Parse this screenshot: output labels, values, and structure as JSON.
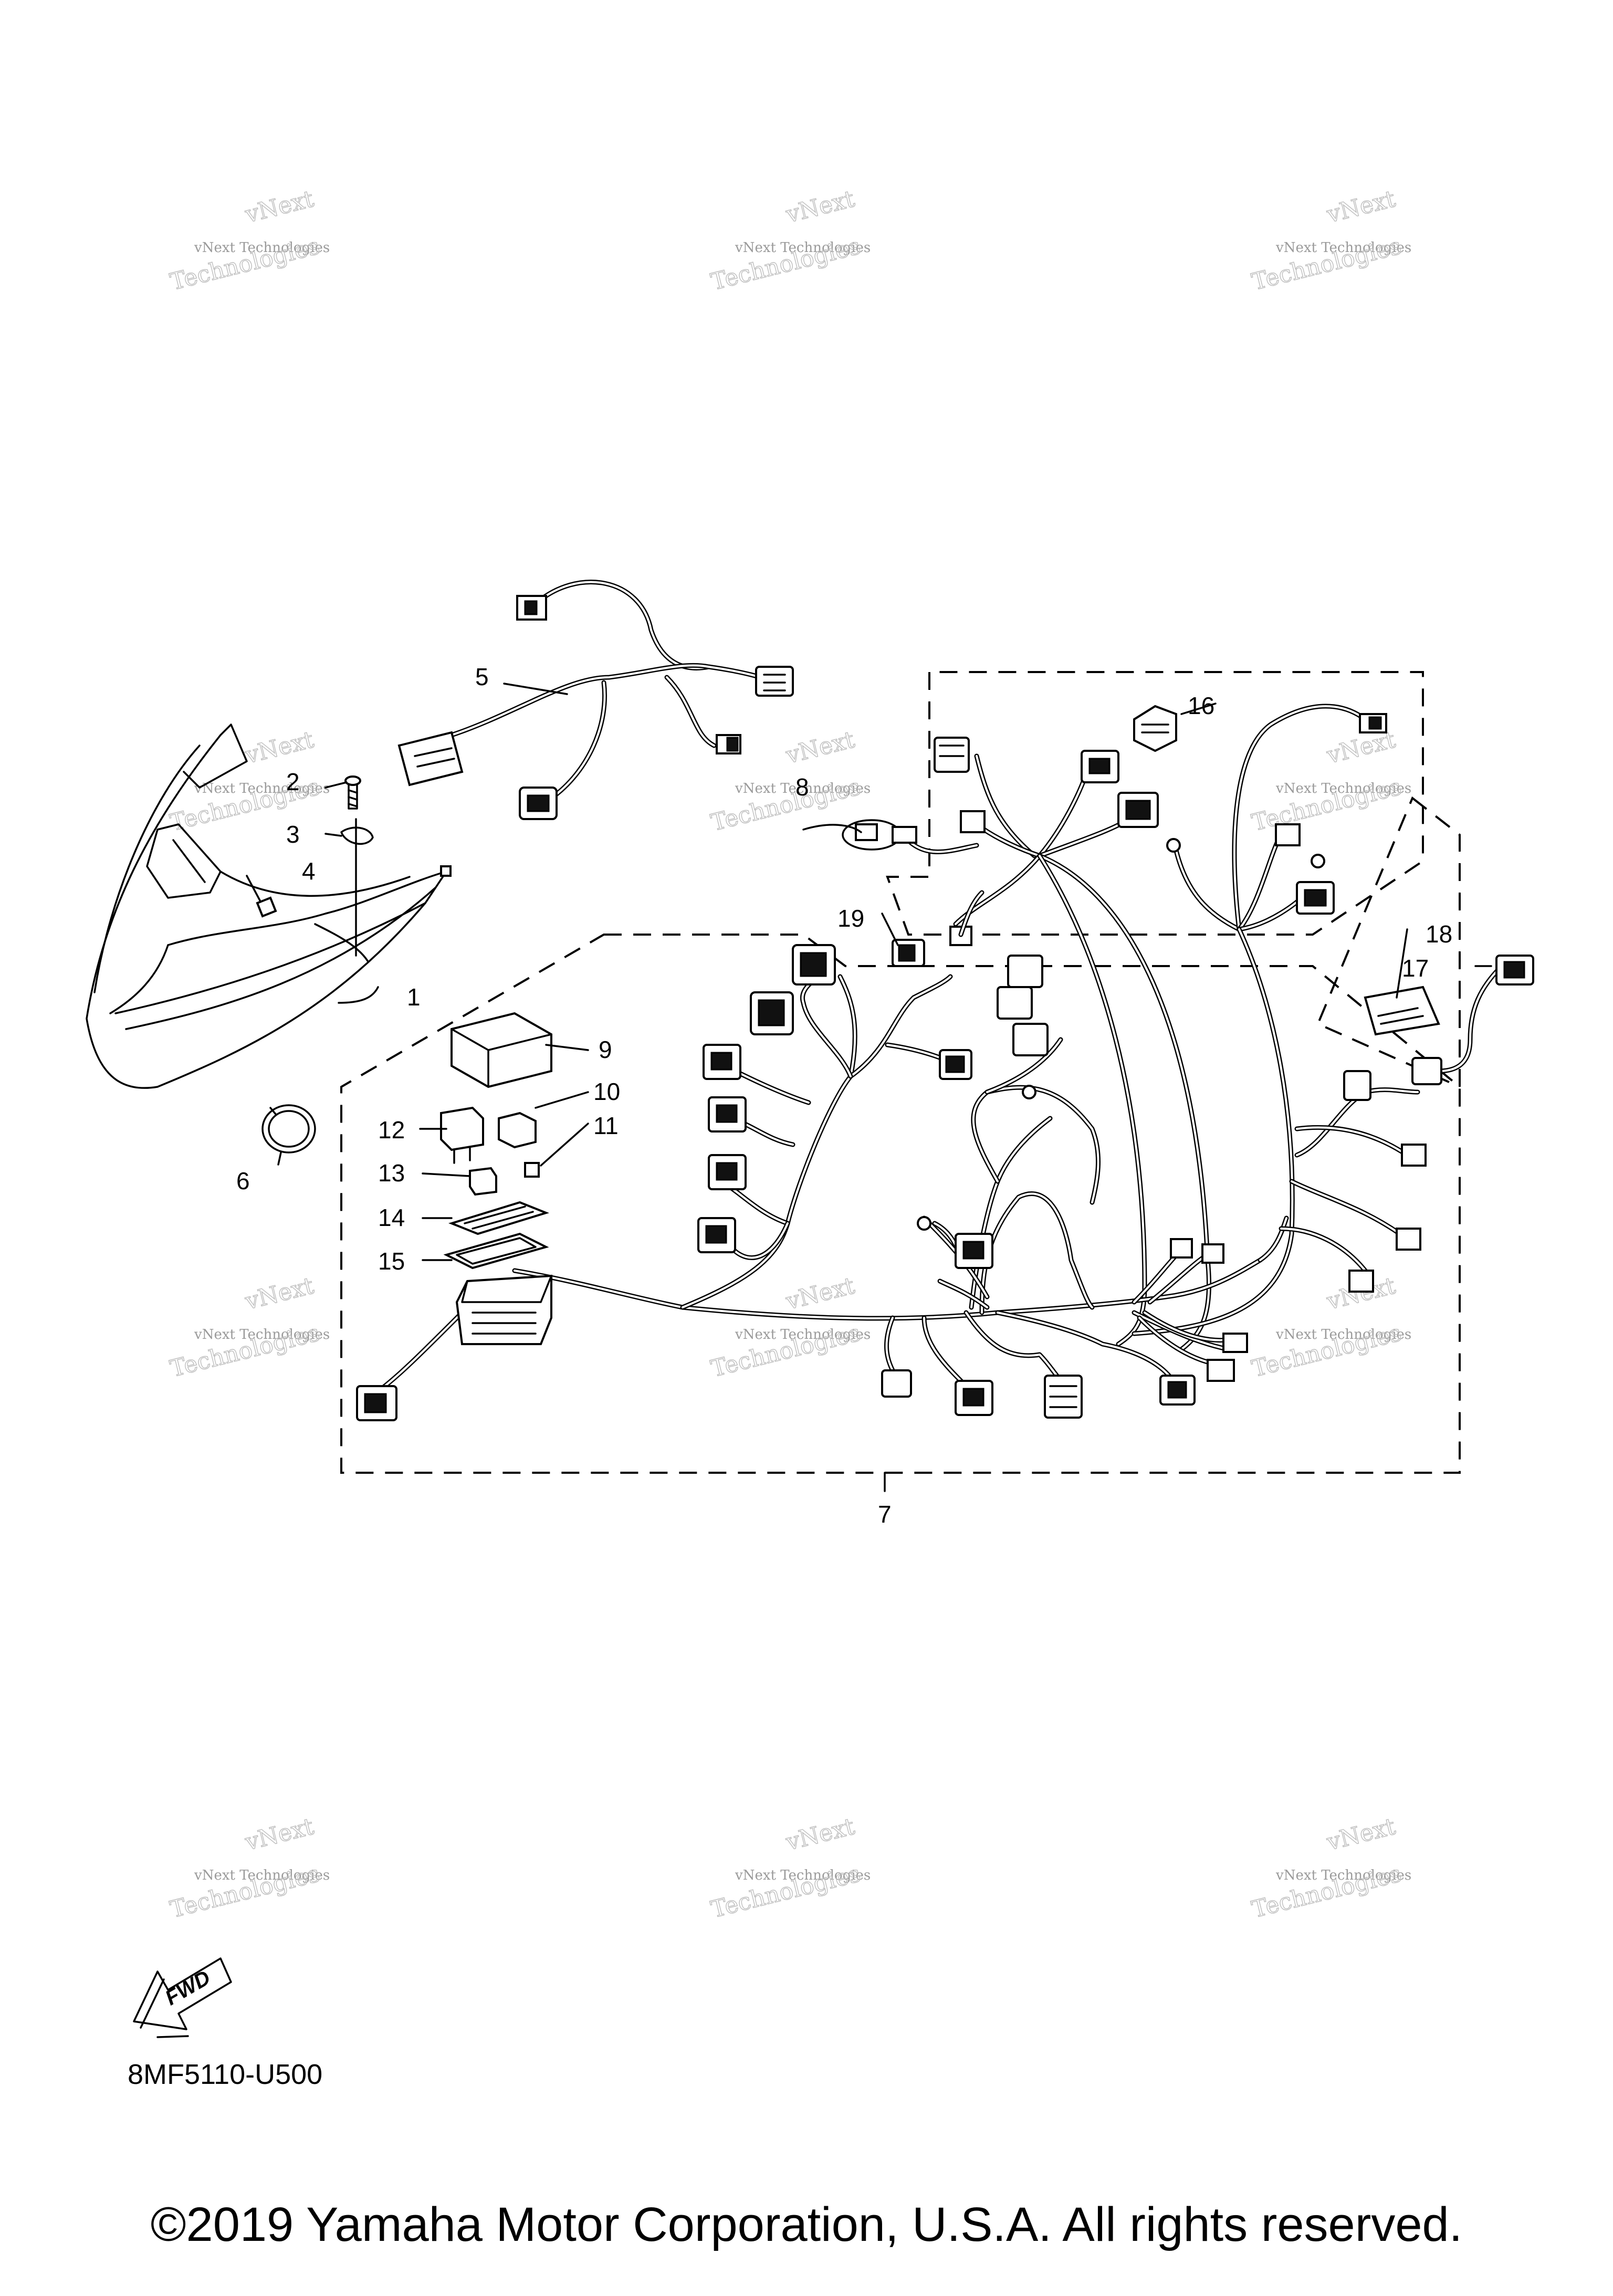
{
  "diagram": {
    "callouts": [
      "1",
      "2",
      "3",
      "4",
      "5",
      "6",
      "7",
      "8",
      "9",
      "10",
      "11",
      "12",
      "13",
      "14",
      "15",
      "16",
      "17",
      "18",
      "19"
    ],
    "fwd_label": "FWD",
    "drawing_code": "8MF5110-U500",
    "watermark_line1": "vNext",
    "watermark_line2": "vNext Technologies",
    "watermark_line3": "Technologies",
    "copyright": "©2019 Yamaha Motor Corporation, U.S.A. All rights reserved."
  }
}
